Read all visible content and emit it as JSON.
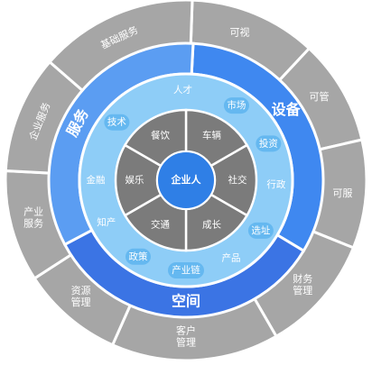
{
  "outer_ring": [
    {
      "text": "可视"
    },
    {
      "text": "可管"
    },
    {
      "text": "可服"
    },
    {
      "text": "财务\n管理"
    },
    {
      "text": "客户\n管理"
    },
    {
      "text": "资源\n管理"
    },
    {
      "text": "产业\n服务"
    },
    {
      "text": "企业服务"
    },
    {
      "text": "基础服务"
    }
  ],
  "middle_ring": [
    {
      "text": "设备"
    },
    {
      "text": "空间"
    },
    {
      "text": "服务"
    }
  ],
  "light_ring": [
    {
      "text": "人才"
    },
    {
      "text": "市场"
    },
    {
      "text": "投资"
    },
    {
      "text": "行政"
    },
    {
      "text": "选址"
    },
    {
      "text": "产品"
    },
    {
      "text": "产业链"
    },
    {
      "text": "政策"
    },
    {
      "text": "知产"
    },
    {
      "text": "金融"
    },
    {
      "text": "技术"
    }
  ],
  "inner_ring": [
    {
      "text": "车辆"
    },
    {
      "text": "社交"
    },
    {
      "text": "成长"
    },
    {
      "text": "交通"
    },
    {
      "text": "娱乐"
    },
    {
      "text": "餐饮"
    }
  ],
  "core": {
    "text": "企业人"
  },
  "colors": {
    "outer": "#a6a6a6",
    "middle_top": "#3f88f0",
    "middle_bottom": "#3b74e4",
    "middle_left": "#5b9df2",
    "light": "#8ecdf7",
    "light_pill": "#65b8f0",
    "inner": "#7b7b7b",
    "core": "#2f7fe6"
  }
}
